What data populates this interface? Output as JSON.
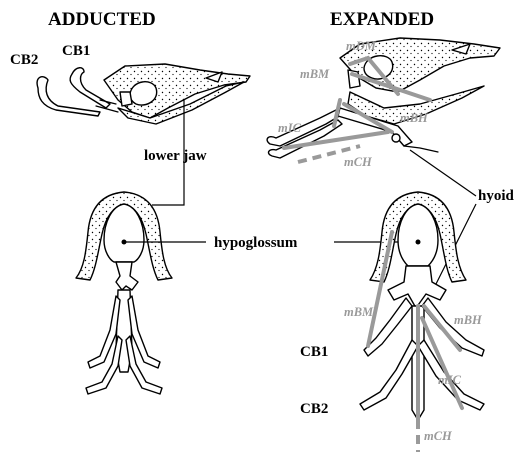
{
  "panels": {
    "left_title": "ADDUCTED",
    "right_title": "EXPANDED"
  },
  "labels": {
    "cb2_top": "CB2",
    "cb1_top": "CB1",
    "lower_jaw": "lower jaw",
    "hypoglossum": "hypoglossum",
    "hyoid": "hyoid",
    "cb1_bottom": "CB1",
    "cb2_bottom": "CB2"
  },
  "muscles": {
    "mDM": "mDM",
    "mBM_top": "mBM",
    "mIC_top": "mIC",
    "mBH_top": "mBH",
    "mCH_top": "mCH",
    "mBM_bottom": "mBM",
    "mBH_bottom": "mBH",
    "mIC_bottom": "mIC",
    "mCH_bottom": "mCH"
  },
  "colors": {
    "muscle": "#9a9a9a",
    "outline": "#000000",
    "background": "#ffffff"
  }
}
